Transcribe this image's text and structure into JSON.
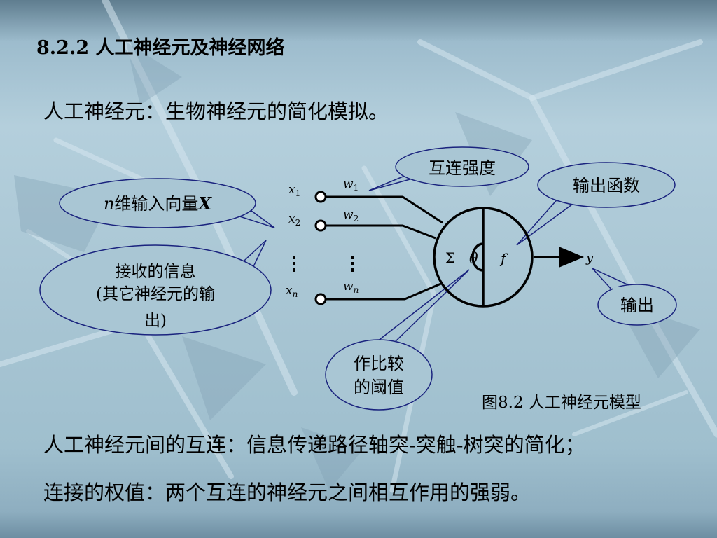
{
  "title": "8.2.2  人工神经元及神经网络",
  "line1": "人工神经元：生物神经元的简化模拟。",
  "line2": "人工神经元间的互连：信息传递路径轴突-突触-树突的简化；",
  "line3": "连接的权值：两个互连的神经元之间相互作用的强弱。",
  "diagram": {
    "caption": "图8.2  人工神经元模型",
    "bubble_weights": "互连强度",
    "bubble_output_fn": "输出函数",
    "bubble_input_prefix": "n",
    "bubble_input_mid": "维输入向量",
    "bubble_input_suffix": "X",
    "bubble_recv_1": "接收的信息",
    "bubble_recv_2": "(其它神经元的输",
    "bubble_recv_3": "出)",
    "bubble_threshold_1": "作比较",
    "bubble_threshold_2": "的阈值",
    "bubble_out": "输出",
    "x1": "x",
    "x1_sub": "1",
    "x2": "x",
    "x2_sub": "2",
    "xn": "x",
    "xn_sub": "n",
    "w1": "w",
    "w1_sub": "1",
    "w2": "w",
    "w2_sub": "2",
    "wn": "w",
    "wn_sub": "n",
    "sigma": "Σ",
    "theta": "θ",
    "f": "f",
    "y": "y"
  }
}
